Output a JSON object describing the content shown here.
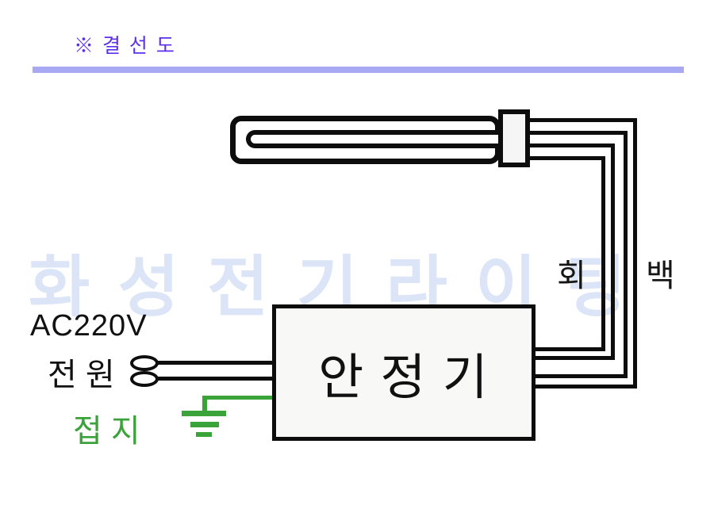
{
  "header": {
    "marker_title": "※ 결 선 도"
  },
  "watermark": {
    "text": "화 성 전 기 라 이 팅"
  },
  "diagram": {
    "ballast_label": "안 정 기",
    "wire_label_gray": "회",
    "wire_label_white": "백",
    "power_voltage": "AC220V",
    "power_label": "전 원",
    "ground_label": "접 지",
    "colors": {
      "line_black": "#0d0d0d",
      "ground_green": "#3aa339",
      "title_purple": "#5c2ff0",
      "divider_lavender": "#a8a8f3",
      "watermark_blue": "#dbe5f7",
      "box_fill": "#f8f8f7"
    }
  }
}
